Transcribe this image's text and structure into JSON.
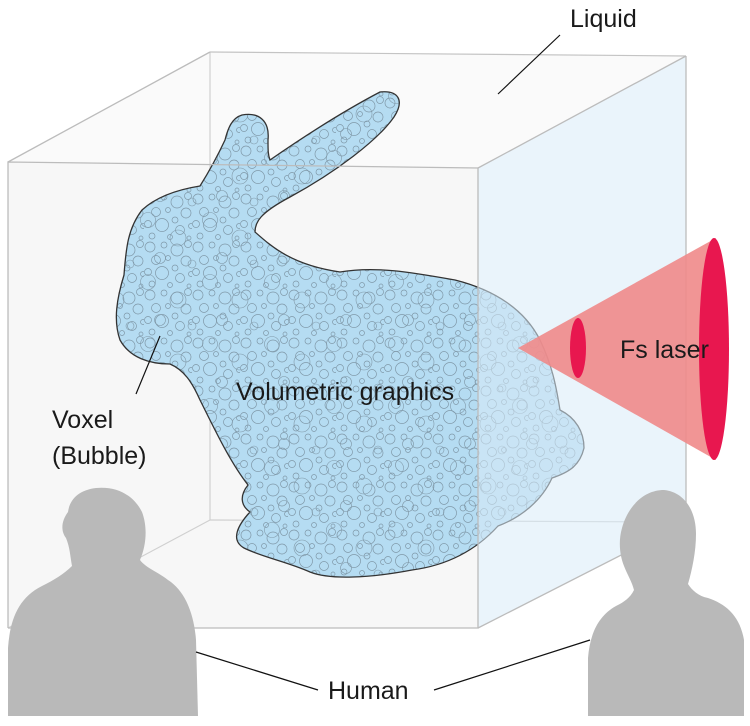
{
  "labels": {
    "liquid": "Liquid",
    "volumetric": "Volumetric graphics",
    "voxel_line1": "Voxel",
    "voxel_line2": "(Bubble)",
    "laser": "Fs laser",
    "human": "Human"
  },
  "colors": {
    "bunny_fill": "#b5dcf2",
    "bunny_stroke": "#333333",
    "bubble_stroke": "#7f98a8",
    "cube_edge": "#c4c4c4",
    "cube_side_fill": "#e6f2fb",
    "laser_cone": "#f08a8a",
    "laser_focus": "#e8174f",
    "human_fill": "#b9b9b9",
    "leader_line": "#111111"
  },
  "icons": {
    "bunny": "stanford-bunny-shape",
    "human_left": "person-silhouette-icon",
    "human_right": "person-silhouette-icon"
  }
}
